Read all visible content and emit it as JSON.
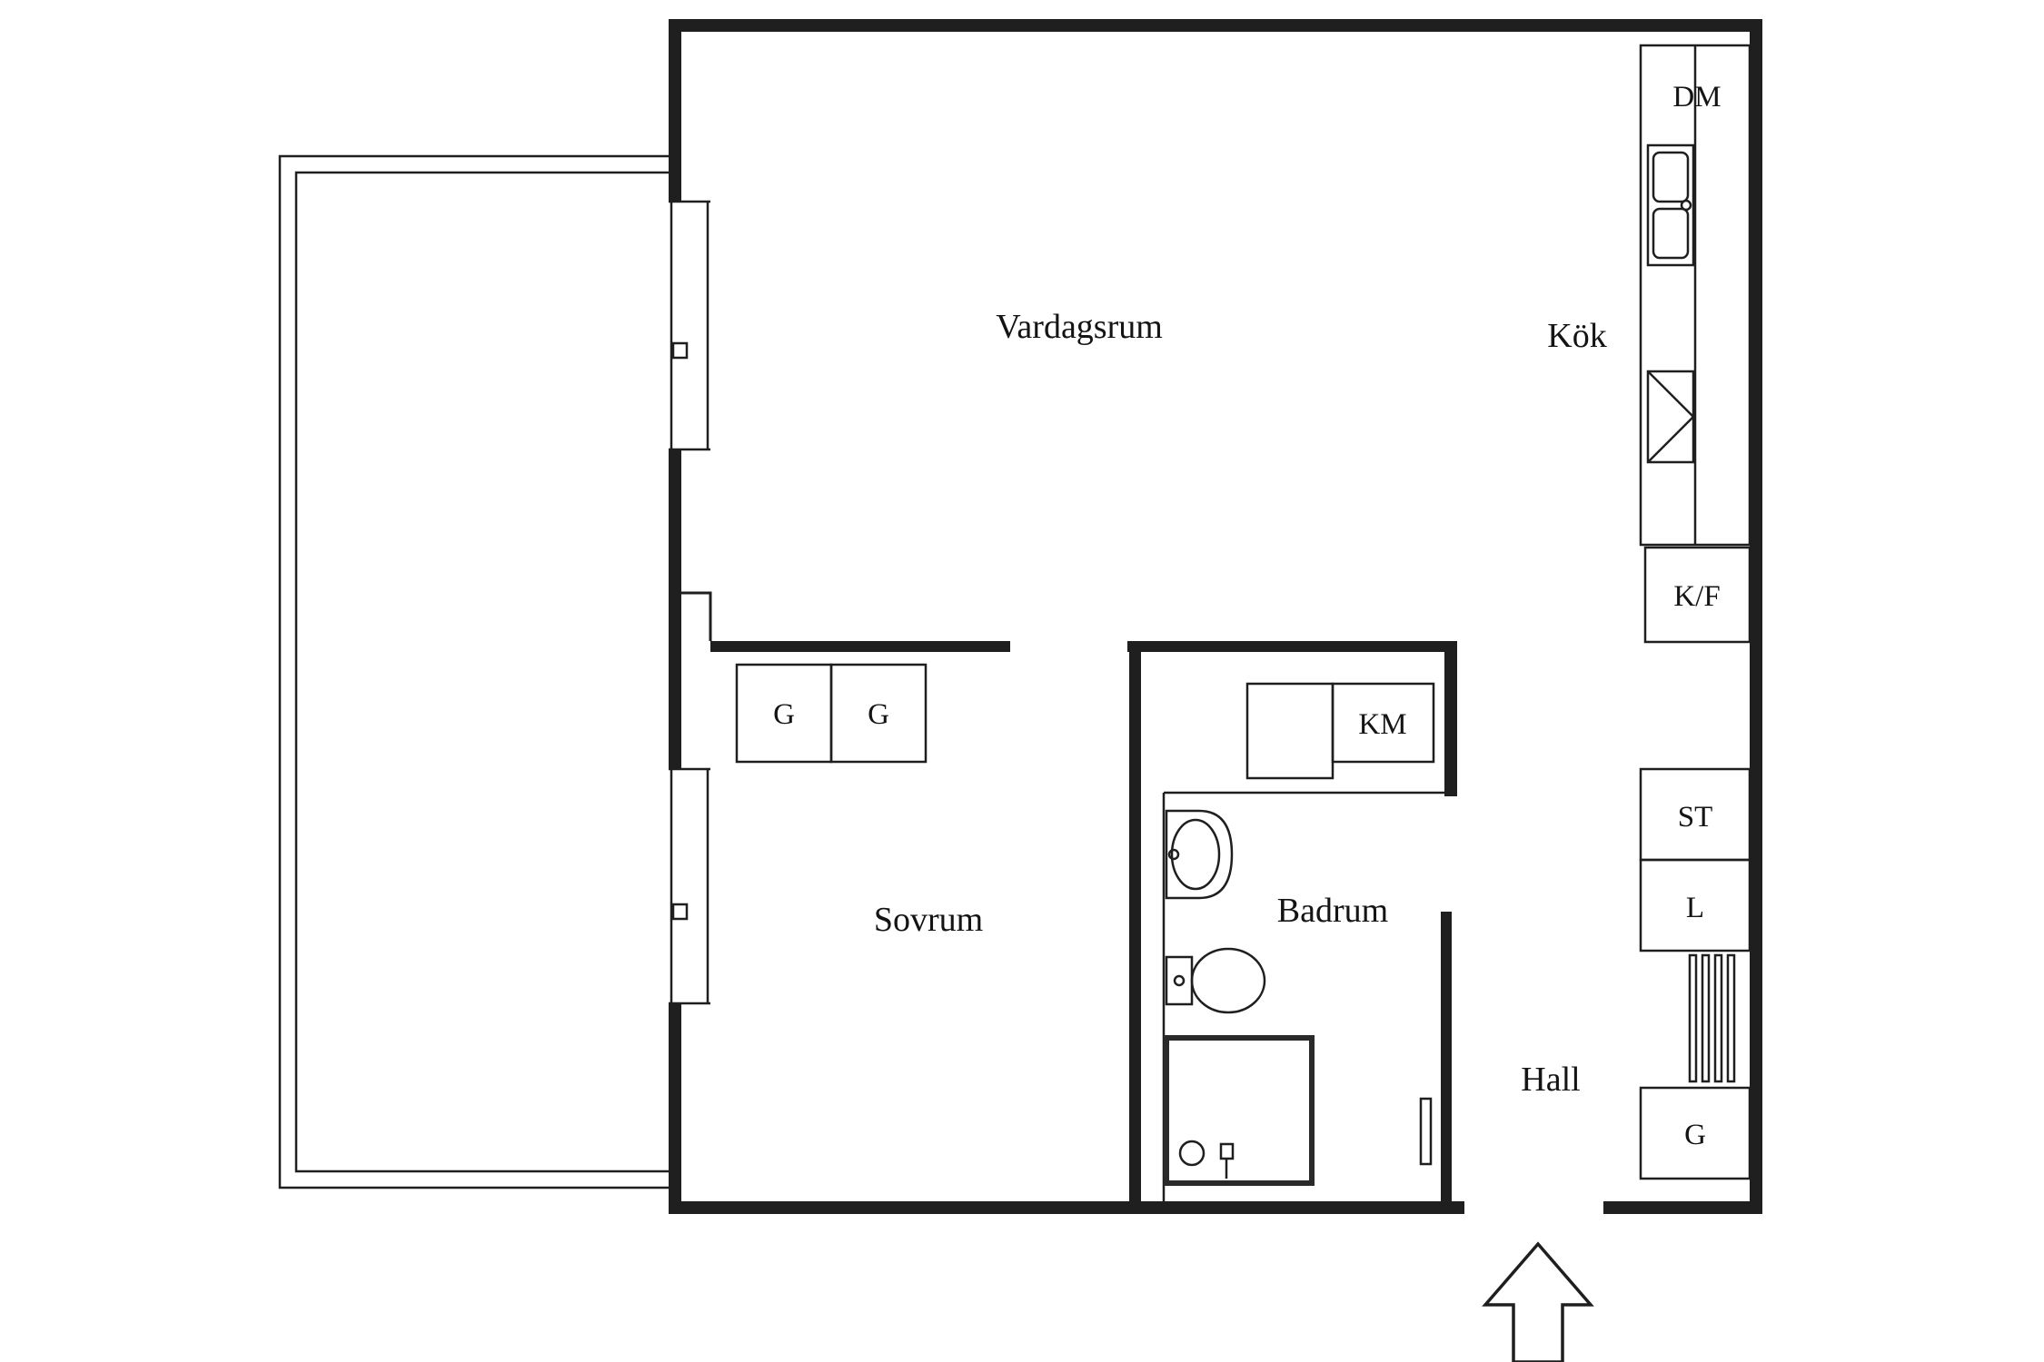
{
  "canvas": {
    "background": "#ffffff",
    "line_color": "#1f1f1f",
    "text_color": "#141414"
  },
  "rooms": {
    "vardagsrum": {
      "label": "Vardagsrum"
    },
    "kok": {
      "label": "Kök"
    },
    "sovrum": {
      "label": "Sovrum"
    },
    "badrum": {
      "label": "Badrum"
    },
    "hall": {
      "label": "Hall"
    }
  },
  "units": {
    "dm": {
      "label": "DM"
    },
    "kf": {
      "label": "K/F"
    },
    "km": {
      "label": "KM"
    },
    "st": {
      "label": "ST"
    },
    "l": {
      "label": "L"
    },
    "g_hall": {
      "label": "G"
    },
    "wardrobe_left": {
      "label": "G"
    },
    "wardrobe_right": {
      "label": "G"
    }
  },
  "icons": {
    "entrance_arrow": "up-arrow-entrance-marker"
  }
}
